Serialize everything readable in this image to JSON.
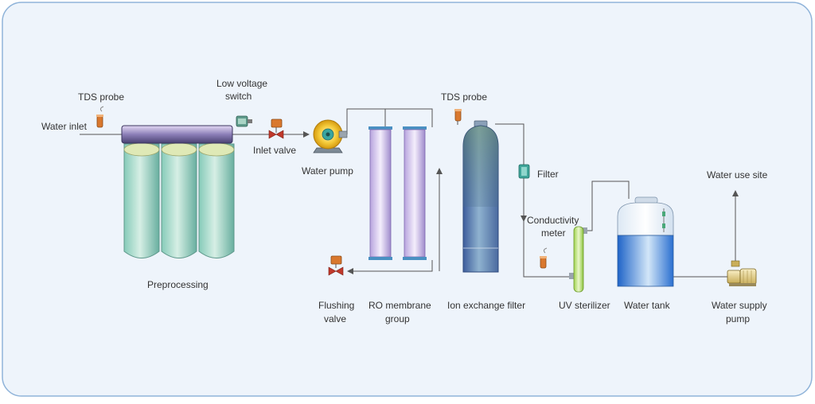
{
  "labels": {
    "water_inlet": "Water inlet",
    "tds_probe_1": "TDS probe",
    "low_voltage_switch_l1": "Low voltage",
    "low_voltage_switch_l2": "switch",
    "inlet_valve": "Inlet valve",
    "water_pump": "Water pump",
    "tds_probe_2": "TDS probe",
    "filter": "Filter",
    "conductivity_l1": "Conductivity",
    "conductivity_l2": "meter",
    "water_use_site": "Water use site",
    "preprocessing": "Preprocessing",
    "flushing_valve_l1": "Flushing",
    "flushing_valve_l2": "valve",
    "ro_group_l1": "RO membrane",
    "ro_group_l2": "group",
    "ion_exchange": "Ion exchange filter",
    "uv_sterilizer": "UV sterilizer",
    "water_tank": "Water tank",
    "supply_pump_l1": "Water supply",
    "supply_pump_l2": "pump"
  },
  "colors": {
    "frame_bg": "#eef4fb",
    "frame_border": "#8fb3d9",
    "pipe": "#555555",
    "valve": "#c0392b",
    "probe": "#d9782e",
    "filter_housing": "#3fa59a",
    "ion_tank": "#6a8fc0",
    "ro_membrane": "#d6c6ee",
    "water": "#2f7fd6",
    "pump_yellow": "#f2c12e",
    "uv": "#b5df6a"
  },
  "icons": [
    "tds-probe-icon",
    "low-voltage-switch-icon",
    "valve-icon",
    "pump-icon",
    "filter-icon",
    "conductivity-meter-icon",
    "arrow-icon"
  ]
}
